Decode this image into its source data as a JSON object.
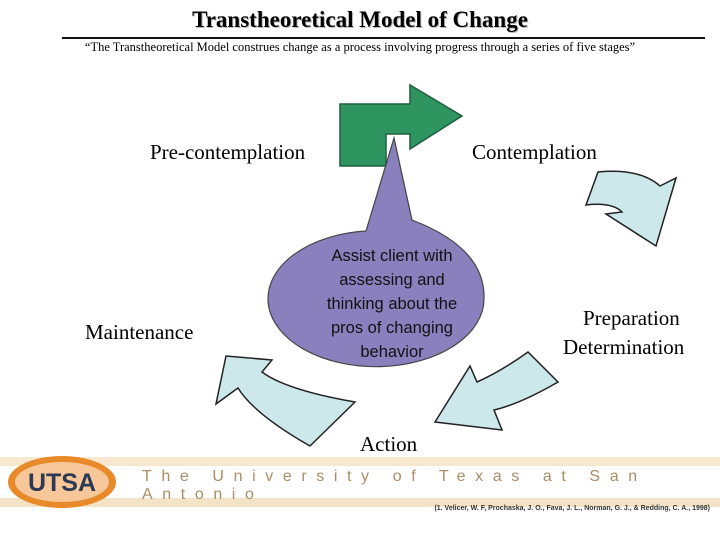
{
  "header": {
    "title": "Transtheoretical Model of Change",
    "subtitle": "“The Transtheoretical Model construes change as a process involving progress through a series of five stages”"
  },
  "stages": {
    "precontemplation": "Pre-contemplation",
    "contemplation": "Contemplation",
    "preparation": "Preparation",
    "determination": "Determination",
    "action": "Action",
    "maintenance": "Maintenance"
  },
  "center": {
    "lines": [
      "Assist client with",
      "assessing and",
      "thinking about the",
      "pros of changing",
      "behavior"
    ]
  },
  "footer": {
    "logo_text": "UTSA",
    "university": "The University of Texas at San Antonio",
    "citation": "(1. Velicer, W. F, Prochaska, J. O., Fava, J. L., Norman, G. J., & Redding, C. A., 1998)"
  },
  "colors": {
    "green_arrow": "#2e9460",
    "blue_arrow": "#cce8ea",
    "bubble": "#8a80be",
    "logo_orange": "#e8892a"
  }
}
